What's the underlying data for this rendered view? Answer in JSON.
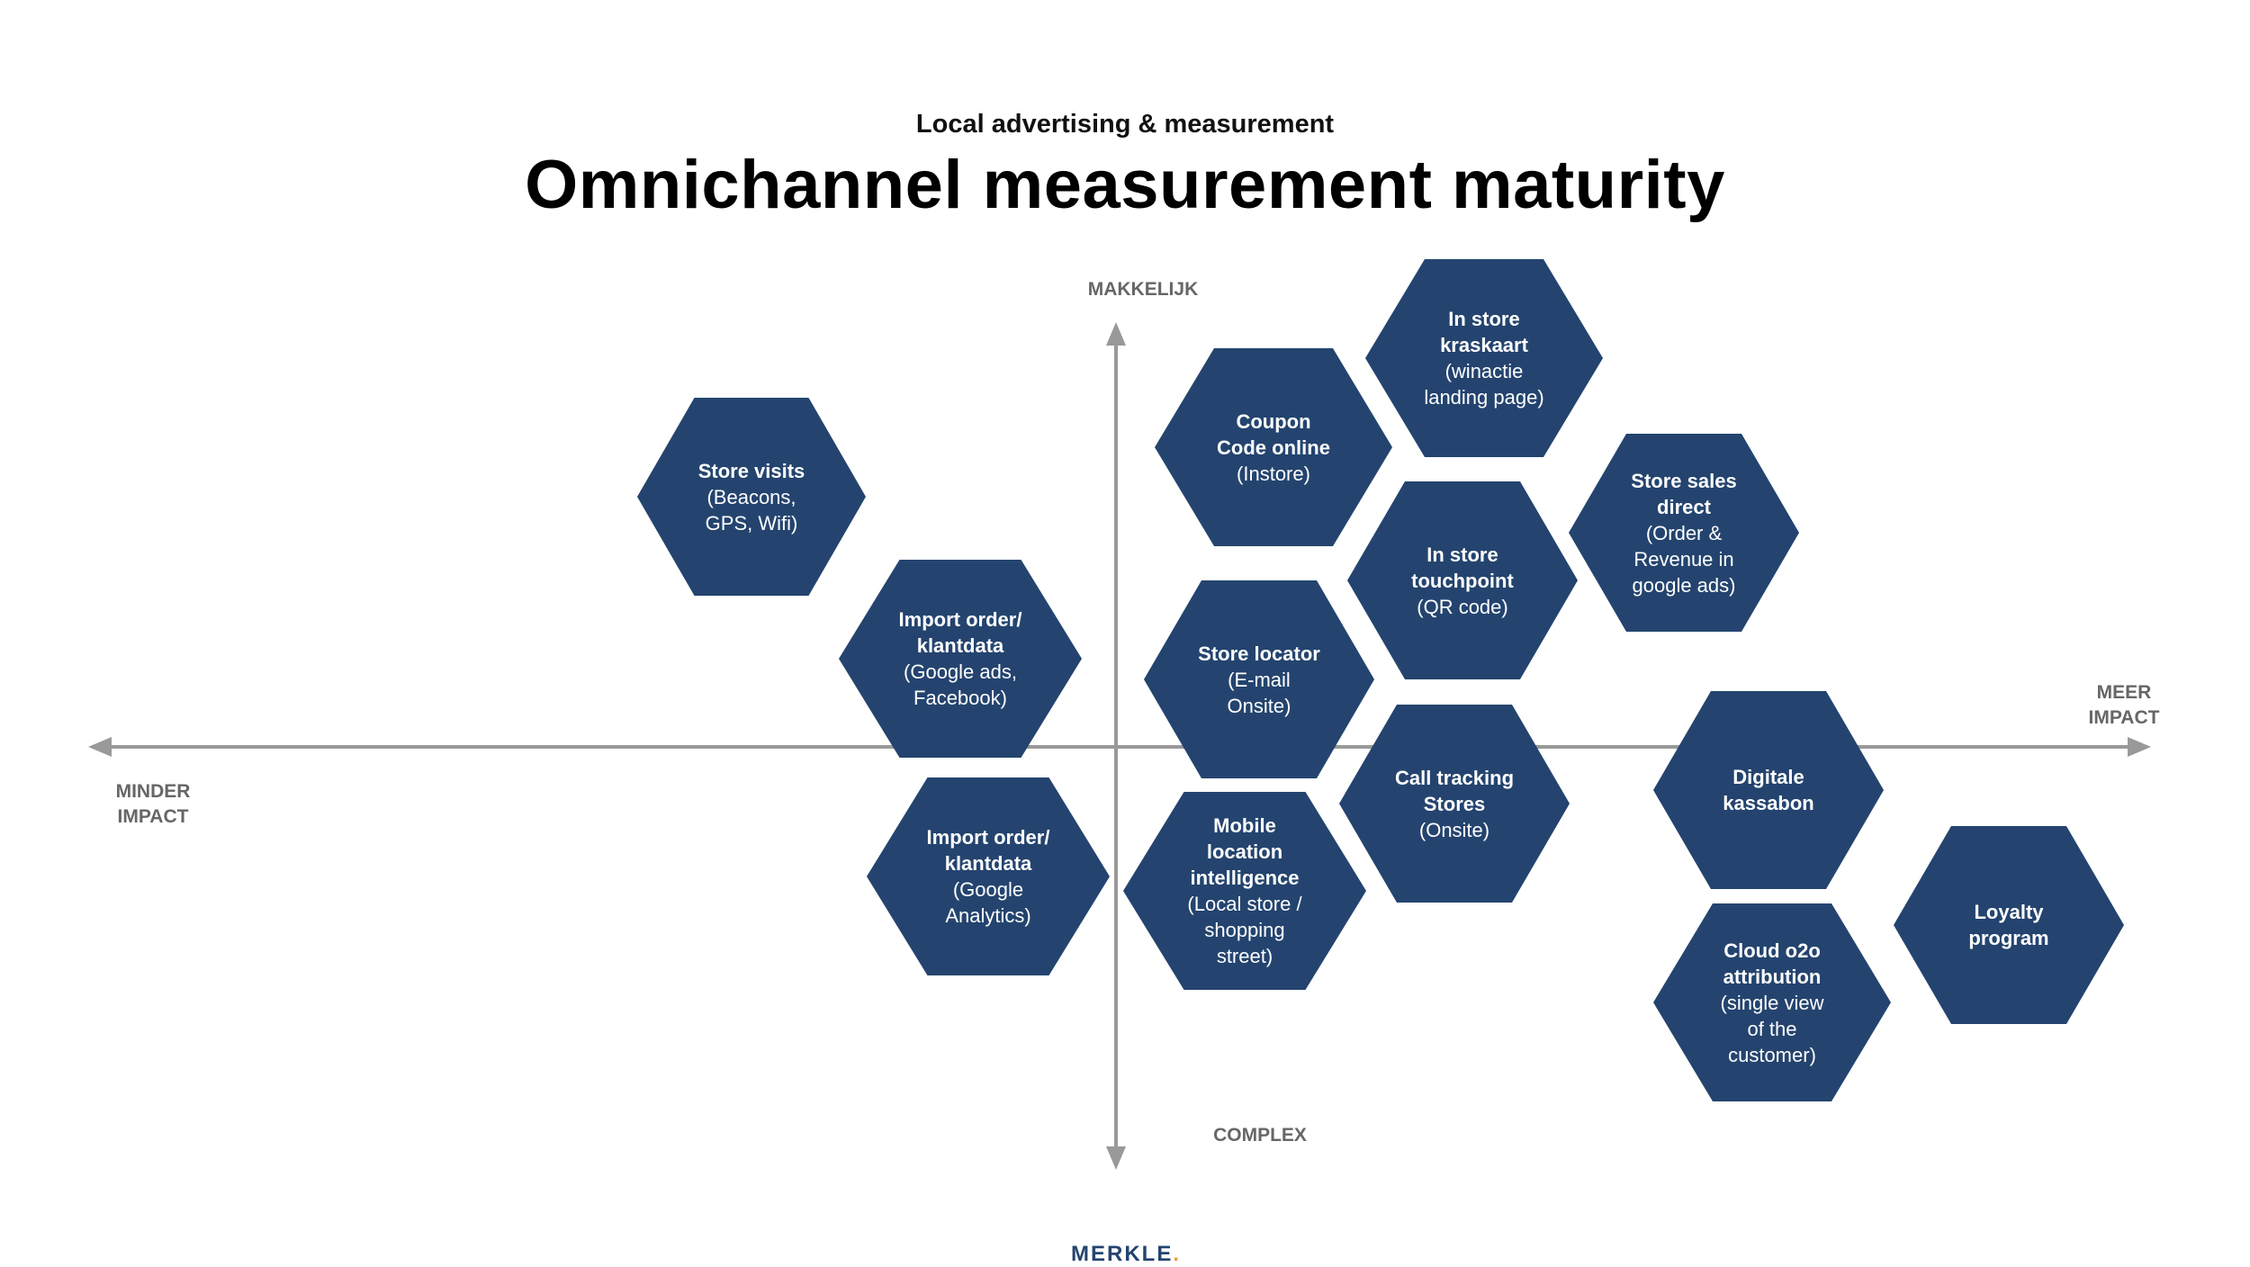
{
  "header": {
    "subtitle": "Local advertising & measurement",
    "title": "Omnichannel measurement maturity"
  },
  "axes": {
    "top": "MAKKELIJK",
    "bottom": "COMPLEX",
    "left_line1": "MINDER",
    "left_line2": "IMPACT",
    "right_line1": "MEER",
    "right_line2": "IMPACT"
  },
  "colors": {
    "hex_fill": "#24446f",
    "axis": "#999999",
    "logo_accent": "#e9a23b"
  },
  "hexagons": [
    {
      "title": "Store visits",
      "sub": "(Beacons,\nGPS, Wifi)"
    },
    {
      "title": "Import order/\nklantdata",
      "sub": "(Google ads,\nFacebook)"
    },
    {
      "title": "Import order/\nklantdata",
      "sub": "(Google\nAnalytics)"
    },
    {
      "title": "Coupon\nCode online",
      "sub": "(Instore)"
    },
    {
      "title": "Store locator",
      "sub": "(E-mail\nOnsite)"
    },
    {
      "title": "Mobile\nlocation\nintelligence",
      "sub": "(Local store /\nshopping\nstreet)"
    },
    {
      "title": "In store\nkraskaart",
      "sub": "(winactie\nlanding page)"
    },
    {
      "title": "In store\ntouchpoint",
      "sub": "(QR code)"
    },
    {
      "title": "Call tracking\nStores",
      "sub": "(Onsite)"
    },
    {
      "title": "Store sales\ndirect",
      "sub": "(Order &\nRevenue in\ngoogle ads)"
    },
    {
      "title": "Digitale\nkassabon",
      "sub": ""
    },
    {
      "title": "Cloud o2o\nattribution",
      "sub": "(single view\nof the\ncustomer)"
    },
    {
      "title": "Loyalty\nprogram",
      "sub": ""
    }
  ],
  "logo": {
    "text": "MERKLE",
    "dot": "."
  }
}
